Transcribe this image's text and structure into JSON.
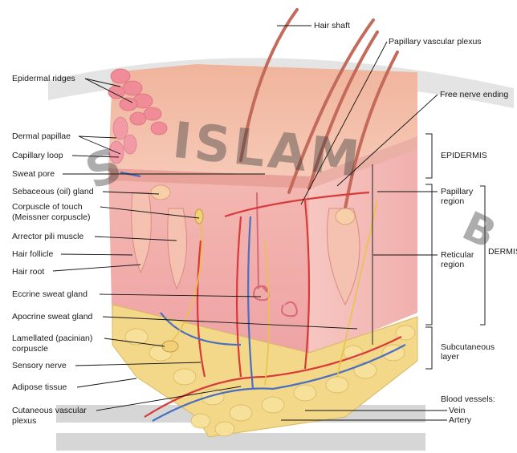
{
  "labels": {
    "hair_shaft": "Hair shaft",
    "papillary_vascular_plexus": "Papillary vascular plexus",
    "epidermal_ridges": "Epidermal ridges",
    "free_nerve_ending": "Free nerve ending",
    "dermal_papillae": "Dermal papillae",
    "capillary_loop": "Capillary loop",
    "epidermis": "EPIDERMIS",
    "sweat_pore": "Sweat pore",
    "sebaceous_gland": "Sebaceous (oil) gland",
    "papillary_region_1": "Papillary",
    "papillary_region_2": "region",
    "corpuscle_touch_1": "Corpuscle of touch",
    "corpuscle_touch_2": "(Meissner corpuscle)",
    "arrector_pili": "Arrector pili muscle",
    "hair_follicle": "Hair follicle",
    "reticular_region_1": "Reticular",
    "reticular_region_2": "region",
    "dermis": "DERMIS",
    "hair_root": "Hair root",
    "eccrine_gland": "Eccrine sweat gland",
    "apocrine_gland": "Apocrine sweat gland",
    "lamellated_1": "Lamellated (pacinian)",
    "lamellated_2": "corpuscle",
    "subcutaneous_1": "Subcutaneous",
    "subcutaneous_2": "layer",
    "sensory_nerve": "Sensory nerve",
    "adipose_tissue": "Adipose tissue",
    "blood_vessels": "Blood vessels:",
    "cutaneous_plexus_1": "Cutaneous vascular",
    "cutaneous_plexus_2": "plexus",
    "vein": "Vein",
    "artery": "Artery"
  },
  "watermark": {
    "word_main": "ISLAM",
    "letters_left": "S",
    "letters_right": "B"
  },
  "colors": {
    "skin_top": "#e8a08a",
    "dermis": "#f2b4b0",
    "adipose": "#f0d488",
    "artery": "#d83a3a",
    "vein": "#4a6fc0",
    "nerve": "#e8c34a"
  }
}
